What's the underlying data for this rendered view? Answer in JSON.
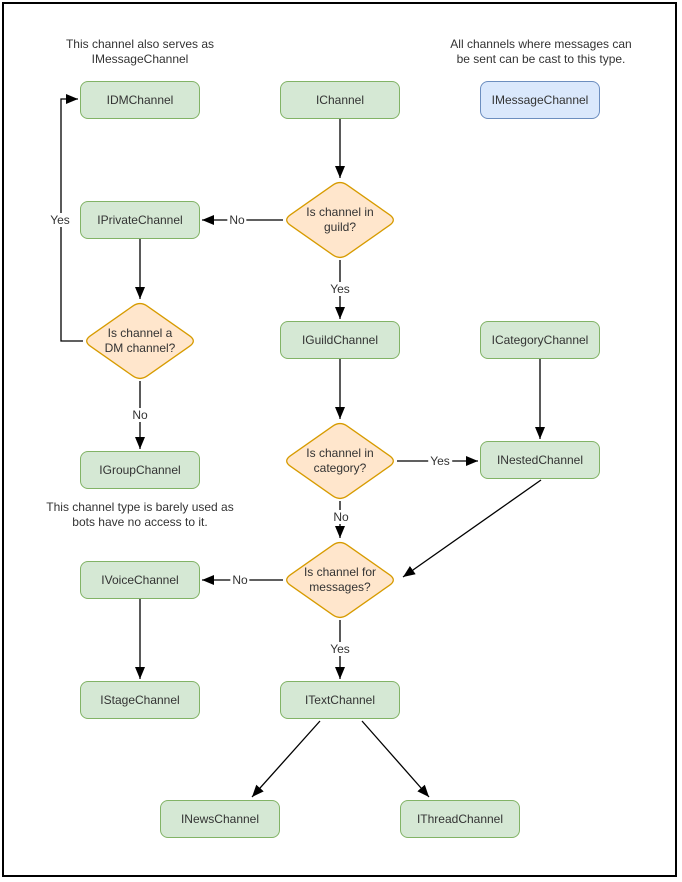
{
  "palette": {
    "class_fill": "#d5e8d4",
    "class_border": "#82b366",
    "decision_fill": "#ffe6cc",
    "decision_border": "#d79b00",
    "cast_fill": "#dae8fc",
    "cast_border": "#6c8ebf",
    "line_color": "#000000",
    "text_color": "#333333",
    "page_border": "#000000",
    "background": "#ffffff"
  },
  "annotations": {
    "dm_note": "This channel also serves as\nIMessageChannel",
    "message_note": "All channels where messages can\nbe sent can be cast to this type.",
    "group_note": "This channel type is barely used as\nbots have no access to it."
  },
  "nodes": {
    "ichannel": "IChannel",
    "idm": "IDMChannel",
    "imessage": "IMessageChannel",
    "iprivate": "IPrivateChannel",
    "iguild": "IGuildChannel",
    "icategory": "ICategoryChannel",
    "igroup": "IGroupChannel",
    "inested": "INestedChannel",
    "ivoice": "IVoiceChannel",
    "itext": "ITextChannel",
    "istage": "IStageChannel",
    "inews": "INewsChannel",
    "ithread": "IThreadChannel"
  },
  "decisions": {
    "in_guild": "Is channel in\nguild?",
    "is_dm": "Is channel a\nDM channel?",
    "in_category": "Is channel in\ncategory?",
    "for_messages": "Is channel for\nmessages?"
  },
  "edge_labels": {
    "dm_yes": "Yes",
    "guild_no": "No",
    "guild_yes": "Yes",
    "group_no": "No",
    "category_yes": "Yes",
    "category_no": "No",
    "voice_no": "No",
    "text_yes": "Yes"
  }
}
